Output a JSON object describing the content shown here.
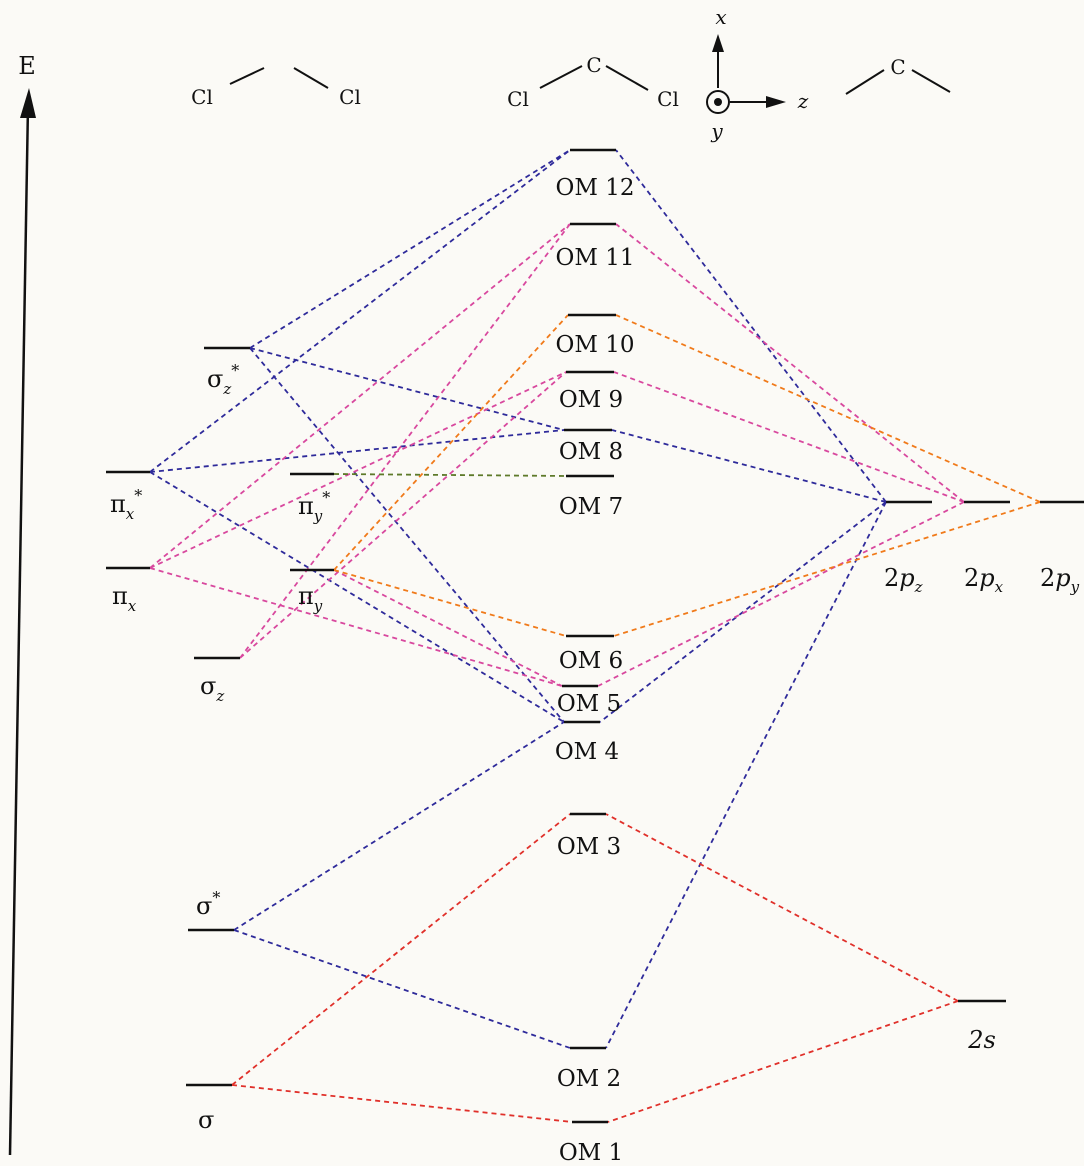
{
  "axis": {
    "label": "E"
  },
  "molecules": {
    "cl2": {
      "left": "Cl",
      "right": "Cl"
    },
    "ccl2": {
      "top": "C",
      "left": "Cl",
      "right": "Cl"
    },
    "c": {
      "top": "C"
    }
  },
  "coordinate_axes": {
    "x": "x",
    "y": "y",
    "z": "z"
  },
  "cl2_orbitals": {
    "sigma_z_star": {
      "base": "σ",
      "sub": "z",
      "sup": "*"
    },
    "pi_x_star": {
      "base": "π",
      "sub": "x",
      "sup": "*"
    },
    "pi_y_star": {
      "base": "π",
      "sub": "y",
      "sup": "*"
    },
    "pi_x": {
      "base": "π",
      "sub": "x"
    },
    "pi_y": {
      "base": "π",
      "sub": "y"
    },
    "sigma_z": {
      "base": "σ",
      "sub": "z"
    },
    "sigma_star": {
      "base": "σ",
      "sup": "*"
    },
    "sigma": {
      "base": "σ"
    }
  },
  "molecular_orbitals": [
    "OM 1",
    "OM 2",
    "OM 3",
    "OM 4",
    "OM 5",
    "OM 6",
    "OM 7",
    "OM 8",
    "OM 9",
    "OM 10",
    "OM 11",
    "OM 12"
  ],
  "carbon_orbitals": {
    "p_prefix": "2",
    "p_letter": "p",
    "pz": "z",
    "px": "x",
    "py": "y",
    "s": "2s"
  },
  "colors": {
    "blue": "#2e2a9a",
    "magenta": "#d8489e",
    "orange": "#f07a1a",
    "red": "#e0302a",
    "olive": "#5e7a2a"
  }
}
